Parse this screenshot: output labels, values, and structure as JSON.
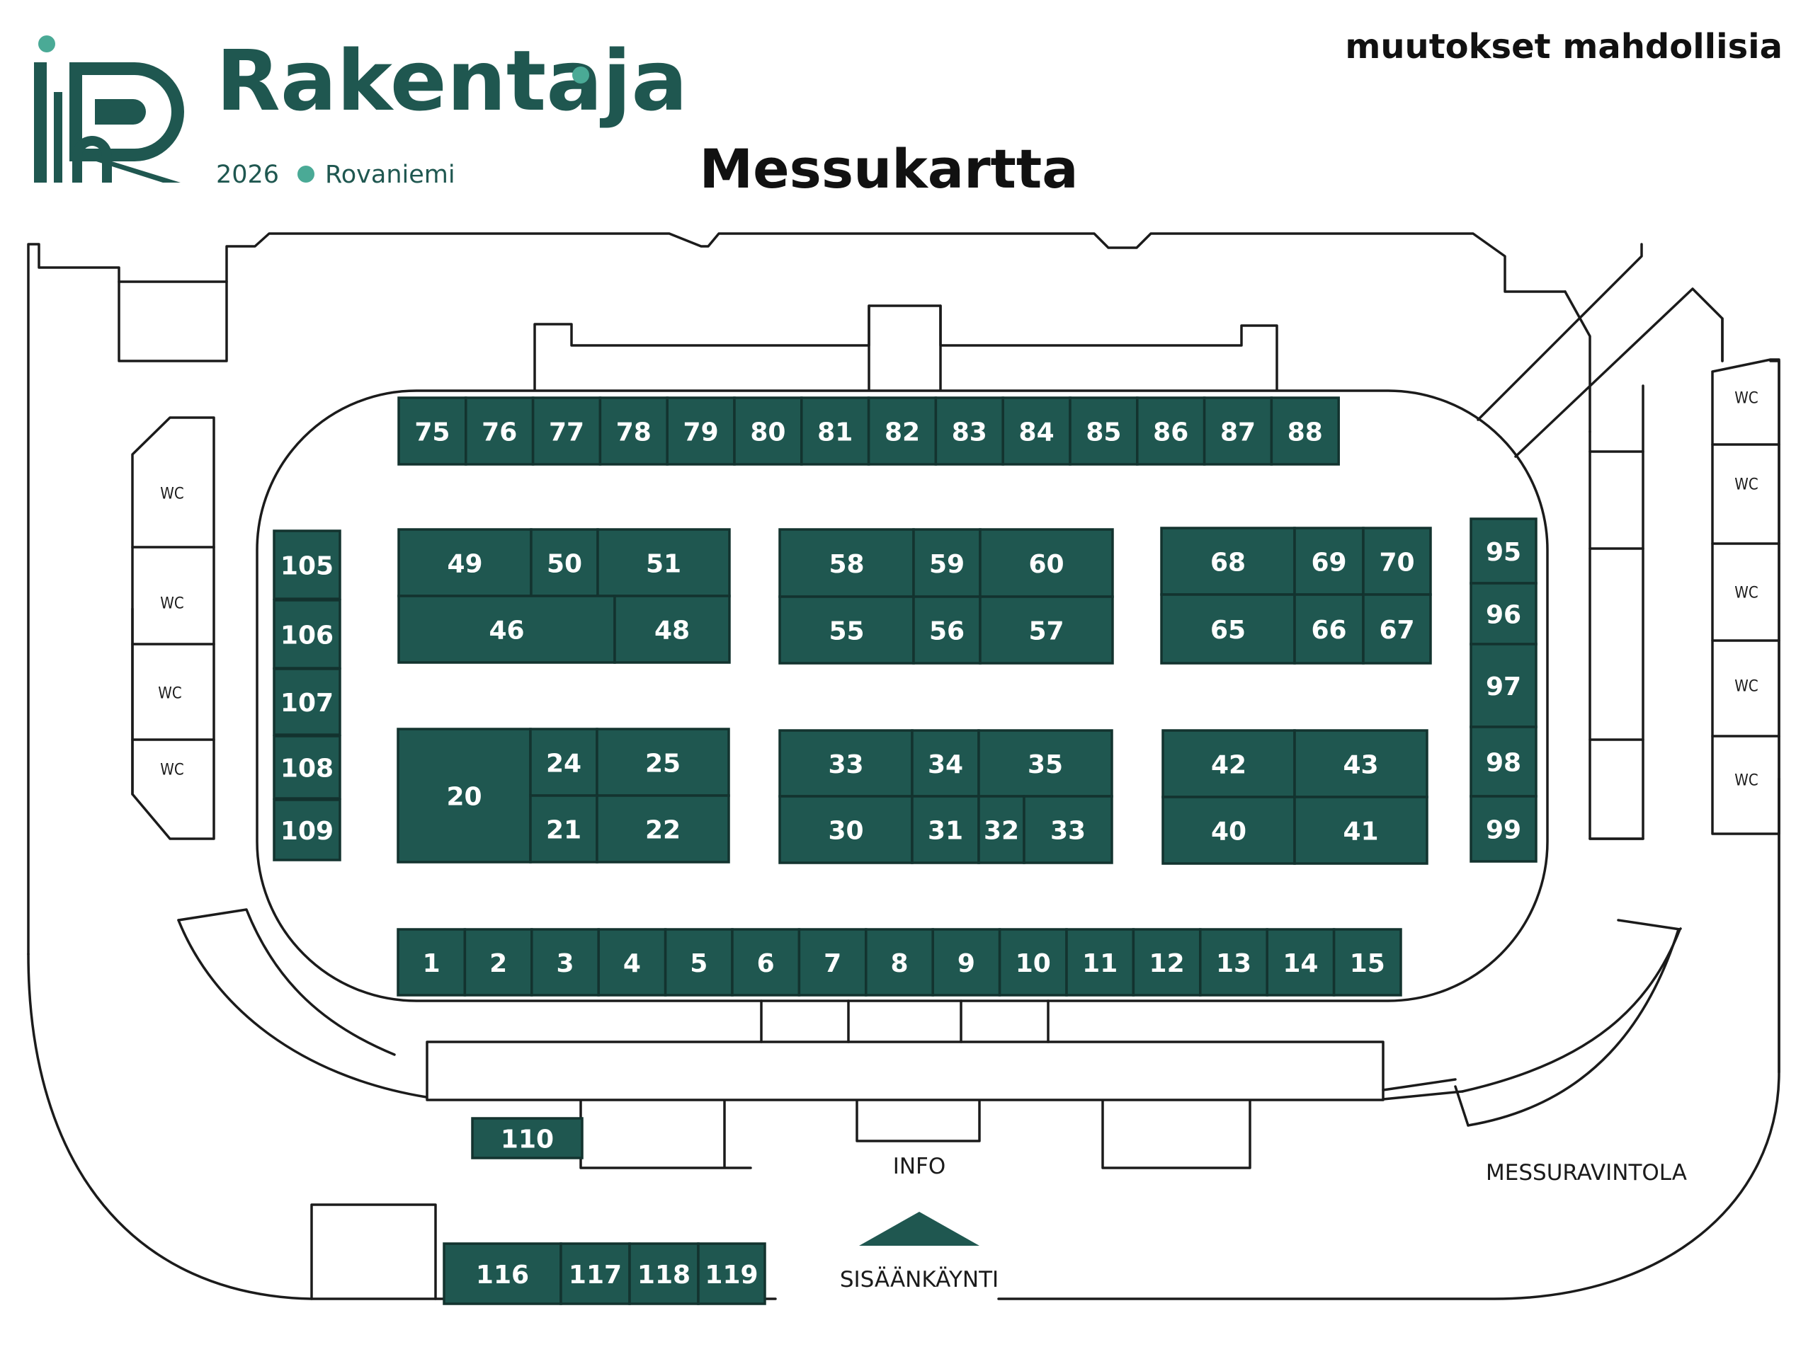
{
  "header": {
    "brand_name": "Rakentaja",
    "brand_year": "2026",
    "brand_city": "Rovaniemi",
    "title": "Messukartta",
    "notice": "muutokset mahdollisia"
  },
  "colors": {
    "booth_fill": "#1f5750",
    "brand_green": "#1f5750",
    "accent_dot": "#4aaa96",
    "line": "#1b1b1b"
  },
  "labels": {
    "info": "INFO",
    "entrance": "SISÄÄNKÄYNTI",
    "restaurant": "MESSURAVINTOLA",
    "wc": "WC"
  },
  "booths": {
    "top_row": [
      "75",
      "76",
      "77",
      "78",
      "79",
      "80",
      "81",
      "82",
      "83",
      "84",
      "85",
      "86",
      "87",
      "88"
    ],
    "bottom_row": [
      "1",
      "2",
      "3",
      "4",
      "5",
      "6",
      "7",
      "8",
      "9",
      "10",
      "11",
      "12",
      "13",
      "14",
      "15"
    ],
    "left_column": [
      "105",
      "106",
      "107",
      "108",
      "109"
    ],
    "right_column": [
      "95",
      "96",
      "97",
      "98",
      "99"
    ],
    "block_a_upper": [
      "49",
      "50",
      "51",
      "46",
      "48"
    ],
    "block_a_lower": [
      "20",
      "24",
      "25",
      "21",
      "22"
    ],
    "block_b_upper": [
      "58",
      "59",
      "60",
      "55",
      "56",
      "57"
    ],
    "block_b_lower": [
      "33",
      "34",
      "35",
      "30",
      "31",
      "32",
      "33"
    ],
    "block_c_upper": [
      "68",
      "69",
      "70",
      "65",
      "66",
      "67"
    ],
    "block_c_lower": [
      "42",
      "43",
      "40",
      "41"
    ],
    "entrance_area": [
      "110",
      "116",
      "117",
      "118",
      "119"
    ]
  }
}
